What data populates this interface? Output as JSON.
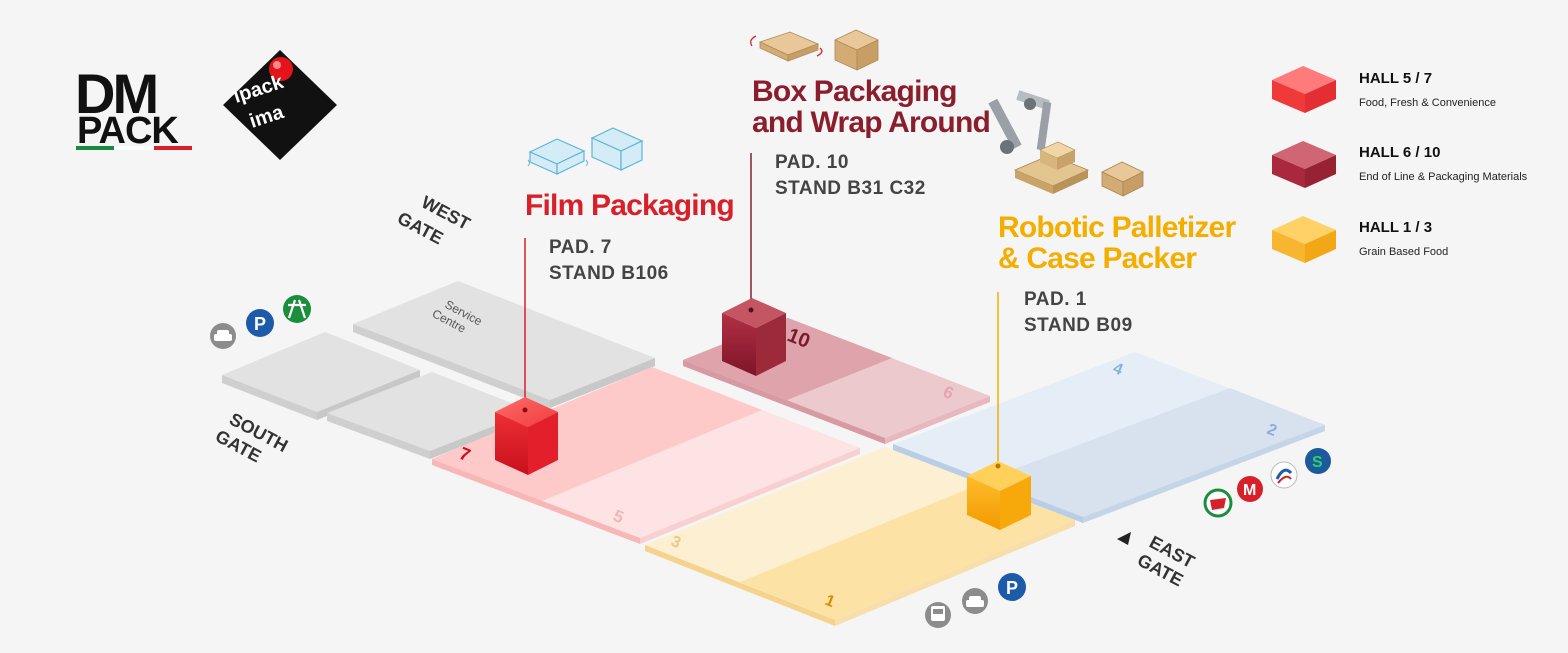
{
  "colors": {
    "film": "#d8202a",
    "box": "#8b1e2c",
    "robotic": "#f4ae00",
    "hall57": "#f04a4a",
    "hall610": "#b03242",
    "hall13": "#f7b731",
    "hall24": "#a9c4df",
    "service": "#d8d8d8"
  },
  "logos": {
    "dm_pack_icon": "dm-pack-logo",
    "ipack_ima_icon": "ipack-ima-logo"
  },
  "gates": {
    "west": "WEST\nGATE",
    "south": "SOUTH\nGATE",
    "east": "EAST\nGATE"
  },
  "service_centre": "Service Centre",
  "halls": {
    "h1": "1",
    "h2": "2",
    "h3": "3",
    "h4": "4",
    "h5": "5",
    "h6": "6",
    "h7": "7",
    "h10": "10"
  },
  "exhibits": [
    {
      "title_l1": "Film Packaging",
      "pad": "PAD. 7",
      "stand": "STAND  B106",
      "icon": "film-wrapped-box-icon"
    },
    {
      "title_l1": "Box Packaging",
      "title_l2": "and Wrap Around",
      "pad": "PAD. 10",
      "stand": "STAND  B31 C32",
      "icon": "cardboard-box-icon"
    },
    {
      "title_l1": "Robotic Palletizer",
      "title_l2": "& Case Packer",
      "pad": "PAD. 1",
      "stand": "STAND  B09",
      "icon": "robot-arm-icon"
    }
  ],
  "legend": [
    {
      "title": "HALL 5 / 7",
      "sub": "Food, Fresh & Convenience",
      "color": "#f04a4a"
    },
    {
      "title": "HALL 6 / 10",
      "sub": "End of Line & Packaging Materials",
      "color": "#b03242"
    },
    {
      "title": "HALL 1 / 3",
      "sub": "Grain Based Food",
      "color": "#f7b731"
    }
  ],
  "transport": {
    "west": [
      "car-icon",
      "parking-icon",
      "highway-icon"
    ],
    "south": [
      "bus-icon",
      "car-icon",
      "parking-icon"
    ],
    "east": [
      "train-icon",
      "metro-icon",
      "railway-icon",
      "suburban-rail-icon"
    ]
  },
  "transport_letters": {
    "parking": "P",
    "metro": "M",
    "suburban": "S"
  }
}
